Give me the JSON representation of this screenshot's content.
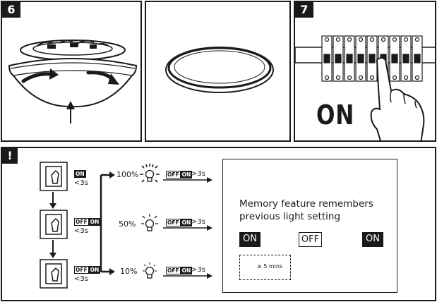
{
  "steps": {
    "step6": {
      "number": "6"
    },
    "step7": {
      "number": "7",
      "label": "ON"
    }
  },
  "notice": {
    "badge": "!",
    "switch_steps": [
      {
        "state": "ON",
        "duration": "<3s",
        "show_off": false
      },
      {
        "off": "OFF",
        "state": "ON",
        "duration": "<3s",
        "show_off": true
      },
      {
        "off": "OFF",
        "state": "ON",
        "duration": "<3s",
        "show_off": true
      }
    ],
    "levels": [
      {
        "brightness": "100%",
        "off": "OFF",
        "on": "ON",
        "hold": ">3s"
      },
      {
        "brightness": "50%",
        "off": "OFF",
        "on": "ON",
        "hold": ">3s"
      },
      {
        "brightness": "10%",
        "off": "OFF",
        "on": "ON",
        "hold": ">3s"
      }
    ],
    "memory": {
      "line1": "Memory feature remembers",
      "line2": "previous light setting",
      "sequence": [
        "ON",
        "OFF",
        "ON"
      ],
      "timer": "≥ 5 mins"
    }
  },
  "colors": {
    "ink": "#1a1a1a",
    "paper": "#ffffff"
  }
}
